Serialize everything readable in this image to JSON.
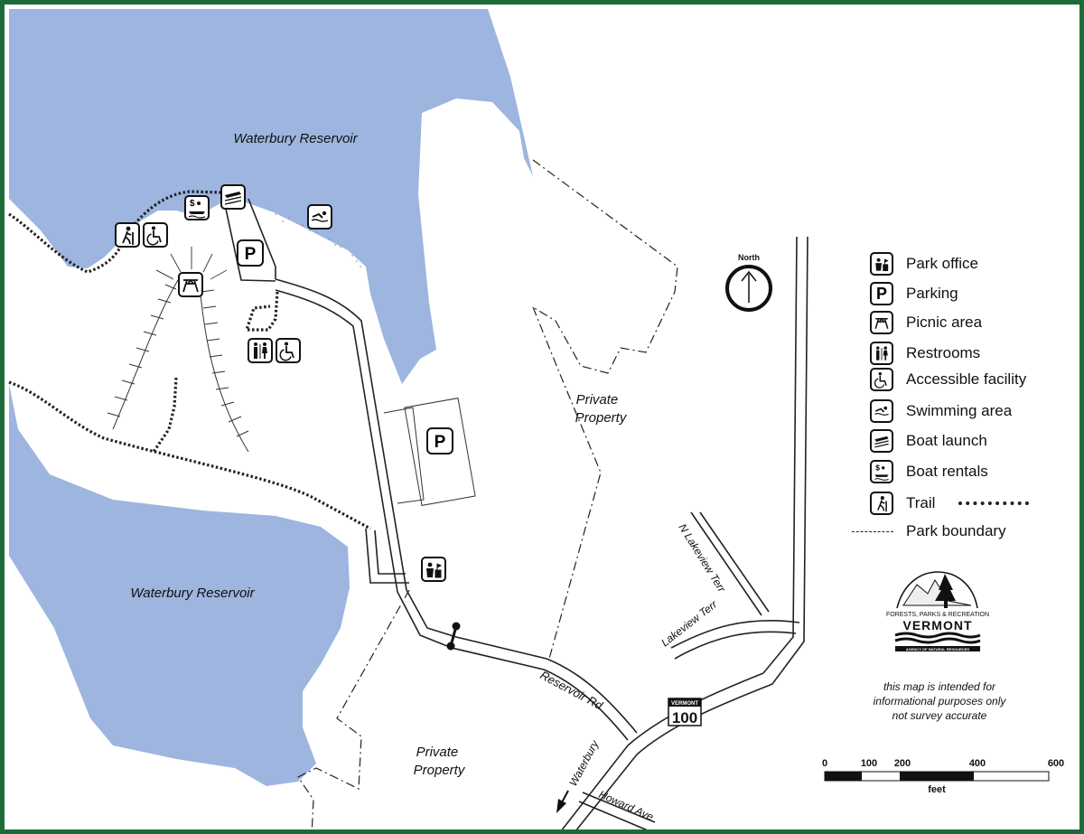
{
  "map": {
    "water_labels": [
      "Waterbury Reservoir",
      "Waterbury Reservoir"
    ],
    "property_labels": [
      {
        "line1": "Private",
        "line2": "Property"
      },
      {
        "line1": "Private",
        "line2": "Property"
      }
    ],
    "road_labels": [
      "Reservoir Rd",
      "N Lakeview Terr",
      "Lakeview Terr",
      "Waterbury",
      "Howard Ave"
    ],
    "route_shield": {
      "state": "VERMONT",
      "number": "100"
    },
    "north_label": "North"
  },
  "legend": {
    "items": [
      {
        "label": "Park office",
        "icon": "park-office-icon"
      },
      {
        "label": "Parking",
        "icon": "parking-icon"
      },
      {
        "label": "Picnic area",
        "icon": "picnic-icon"
      },
      {
        "label": "Restrooms",
        "icon": "restrooms-icon"
      },
      {
        "label": "Accessible facility",
        "icon": "accessible-icon"
      },
      {
        "label": "Swimming area",
        "icon": "swimming-icon"
      },
      {
        "label": "Boat launch",
        "icon": "boat-launch-icon"
      },
      {
        "label": "Boat rentals",
        "icon": "boat-rentals-icon"
      },
      {
        "label": "Trail",
        "icon": "hiker-icon"
      },
      {
        "label": "Park boundary",
        "icon": "boundary-line"
      }
    ]
  },
  "logo": {
    "line1": "FORESTS, PARKS & RECREATION",
    "line2": "VERMONT",
    "line3": "AGENCY OF NATURAL RESOURCES"
  },
  "disclaimer": {
    "line1": "this map is intended for",
    "line2": "informational purposes only",
    "line3": "not survey accurate"
  },
  "scale": {
    "ticks": [
      "0",
      "100",
      "200",
      "400",
      "600"
    ],
    "unit": "feet"
  },
  "colors": {
    "water": "#9db5df",
    "border": "#1e6b3a"
  }
}
